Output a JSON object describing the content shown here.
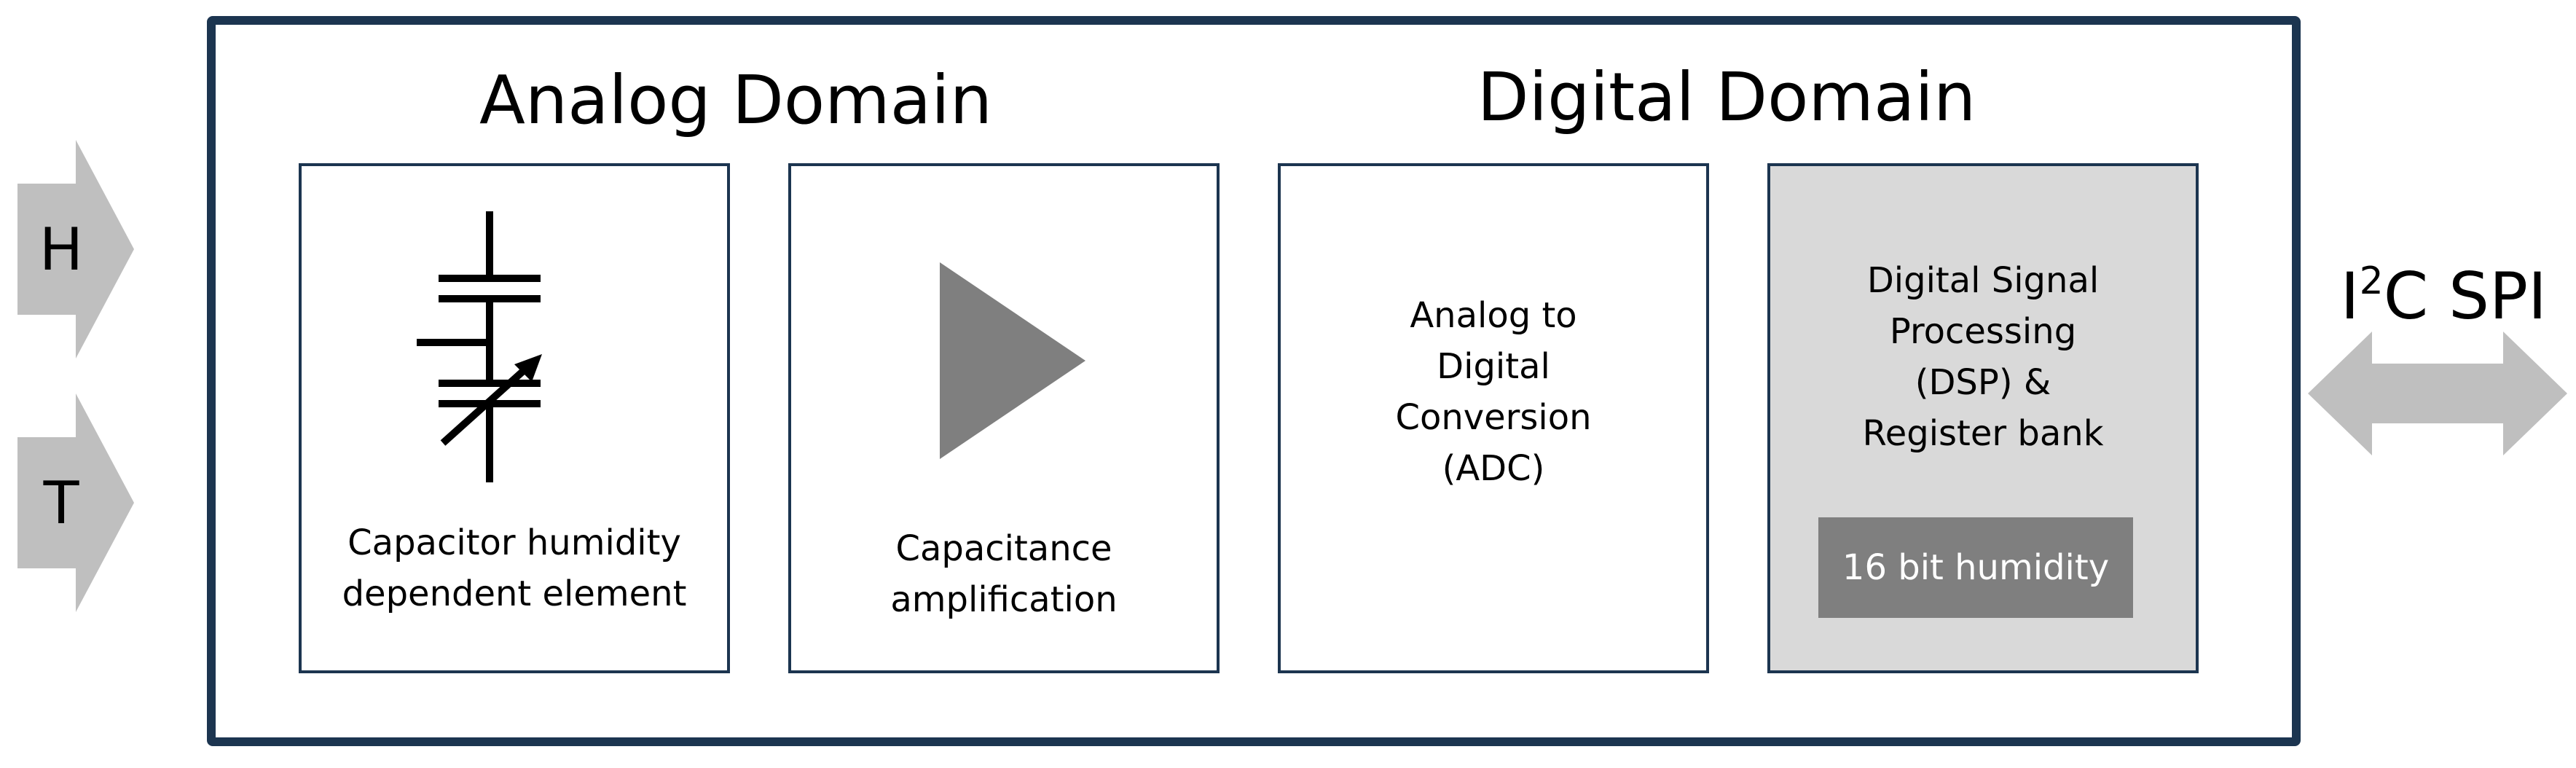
{
  "inputs": [
    {
      "letter": "H"
    },
    {
      "letter": "T"
    }
  ],
  "domains": {
    "analog_title": "Analog Domain",
    "digital_title": "Digital Domain"
  },
  "blocks": [
    {
      "label": "Capacitor humidity\ndependent element"
    },
    {
      "label": "Capacitance\namplification"
    },
    {
      "label": "Analog to\nDigital\nConversion\n(ADC)"
    },
    {
      "label": "Digital Signal\nProcessing\n(DSP) &\nRegister bank",
      "badge": "16 bit humidity"
    }
  ],
  "bus": {
    "base": "I",
    "superscript": "2",
    "rest": "C SPI"
  },
  "colors": {
    "frame": "#1c3550",
    "arrow_fill": "#bfbfbf",
    "dsp_block_fill": "#d9d9d9",
    "badge_fill": "#7f7f7f",
    "amplifier_fill": "#7f7f7f"
  }
}
